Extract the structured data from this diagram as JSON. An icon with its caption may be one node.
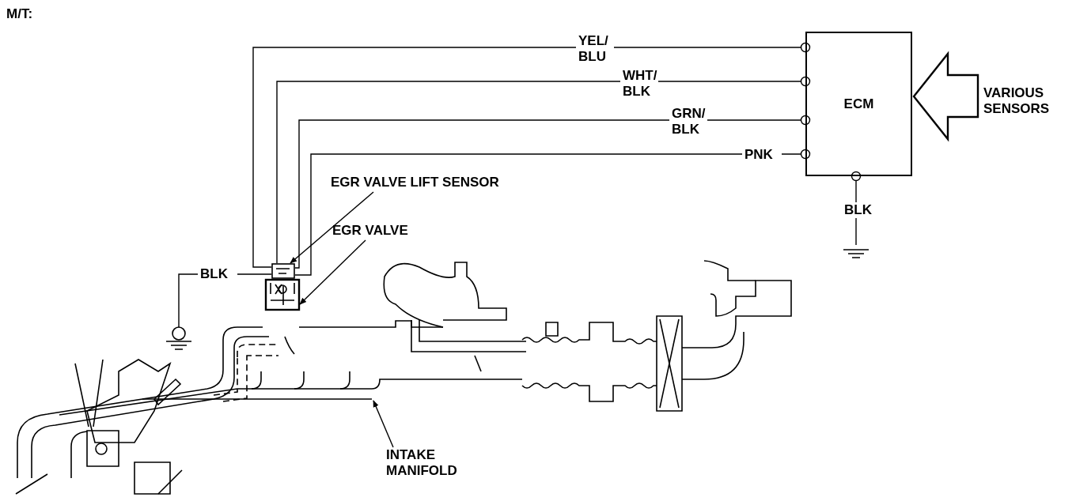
{
  "diagram": {
    "nodes": [
      {
        "text": [
          "ECM"
        ]
      },
      {
        "text": [
          "VARIOUS SENSORS"
        ]
      },
      {
        "text": [
          "EGR VALVE LIFT SENSOR"
        ]
      },
      {
        "text": [
          "EGR VALVE"
        ]
      },
      {
        "text": [],
        "shape": "picture"
      },
      {
        "text": [],
        "shape": "picture"
      },
      {
        "text": [
          "INTAKE MANIFOLD"
        ]
      },
      {
        "text": [],
        "shape": "picture"
      },
      {
        "text": [],
        "shape": "ground"
      },
      {
        "text": [],
        "shape": "ground"
      }
    ],
    "edges": [
      {
        "from": 4,
        "to": 0,
        "label": "YEL/ BLU",
        "arrow": "other"
      },
      {
        "from": 4,
        "to": 0,
        "label": "WHT/ BLK",
        "arrow": "other"
      },
      {
        "from": 4,
        "to": 0,
        "label": "GRN/ BLK",
        "arrow": "other"
      },
      {
        "from": 4,
        "to": 0,
        "label": "PNK",
        "arrow": "other"
      },
      {
        "from": 9,
        "to": 0,
        "label": "BLK",
        "arrow": "other"
      },
      {
        "from": 4,
        "to": 8,
        "label": "BLK",
        "arrow": "none"
      },
      {
        "from": 1,
        "to": 0,
        "arrow": "to",
        "style": "thick"
      },
      {
        "from": 2,
        "to": 4,
        "arrow": "to"
      },
      {
        "from": 3,
        "to": 5,
        "arrow": "to"
      },
      {
        "from": 6,
        "to": 7,
        "arrow": "to"
      }
    ],
    "labels": [
      "M/T:"
    ]
  }
}
